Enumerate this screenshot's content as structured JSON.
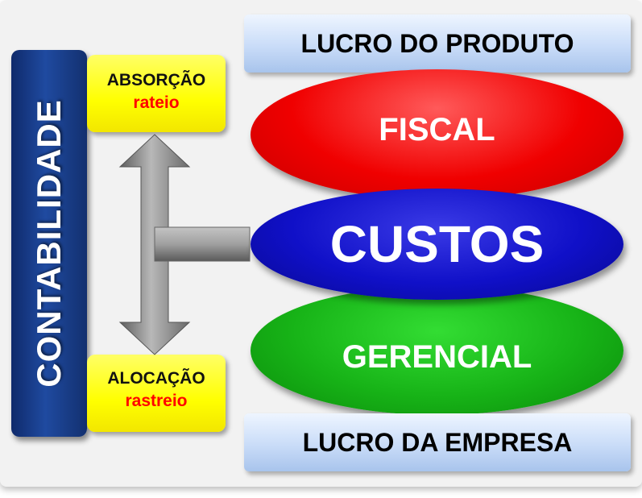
{
  "vertical_label": "CONTABILIDADE",
  "top_left_box": {
    "title": "ABSORÇÃO",
    "subtitle": "rateio"
  },
  "bottom_left_box": {
    "title": "ALOCAÇÃO",
    "subtitle": "rastreio"
  },
  "top_banner": "LUCRO DO PRODUTO",
  "bottom_banner": "LUCRO DA EMPRESA",
  "ellipses": {
    "top": "FISCAL",
    "center": "CUSTOS",
    "bottom": "GERENCIAL"
  },
  "colors": {
    "contabilidade_bar": "#1a3f8f",
    "left_boxes": "#ffff00",
    "subtitle_text": "#ff0000",
    "banners": "#c9dcf8",
    "fiscal": "#f00000",
    "custos": "#1010c8",
    "gerencial": "#17b317",
    "arrow": "#8c8c8c"
  },
  "icons": {
    "connector": "t-double-arrow"
  }
}
